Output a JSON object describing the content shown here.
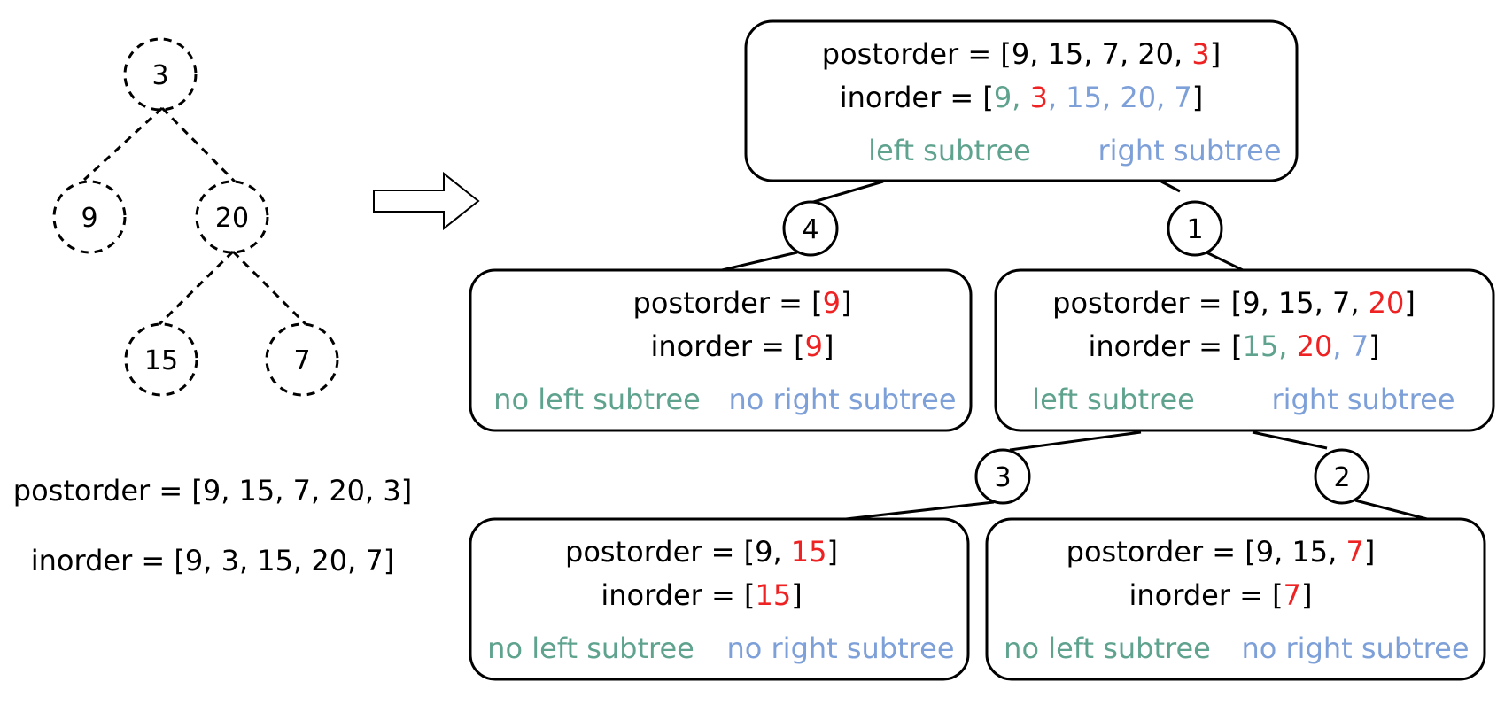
{
  "colors": {
    "root": "#ee2222",
    "left": "#5fa38f",
    "right": "#7ea0d8",
    "text": "#000000"
  },
  "tree": {
    "nodes": [
      "3",
      "9",
      "20",
      "15",
      "7"
    ]
  },
  "input": {
    "postorder": "postorder = [9, 15, 7, 20, 3]",
    "inorder": "inorder = [9, 3, 15, 20, 7]"
  },
  "boxes": {
    "root": {
      "post_prefix": "postorder = [9, 15, 7, 20, ",
      "post_root": "3",
      "post_suffix": "]",
      "in_prefix": "inorder = [",
      "in_left": "9, ",
      "in_root": "3",
      "in_right": ", 15, 20, 7",
      "in_suffix": "]",
      "left_label": "left subtree",
      "right_label": "right subtree"
    },
    "left9": {
      "post_prefix": "postorder = [",
      "post_root": "9",
      "post_suffix": "]",
      "in_prefix": "inorder = [",
      "in_root": "9",
      "in_suffix": "]",
      "left_label": "no left subtree",
      "right_label": "no right subtree"
    },
    "right20": {
      "post_prefix": "postorder = [9, 15, 7, ",
      "post_root": "20",
      "post_suffix": "]",
      "in_prefix": "inorder = [",
      "in_left": "15, ",
      "in_root": "20",
      "in_right": ", 7",
      "in_suffix": "]",
      "left_label": "left subtree",
      "right_label": "right subtree"
    },
    "left15": {
      "post_prefix": "postorder = [9, ",
      "post_root": "15",
      "post_suffix": "]",
      "in_prefix": "inorder = [",
      "in_root": "15",
      "in_suffix": "]",
      "left_label": "no left subtree",
      "right_label": "no right subtree"
    },
    "right7": {
      "post_prefix": "postorder = [9, 15, ",
      "post_root": "7",
      "post_suffix": "]",
      "in_prefix": "inorder = [",
      "in_root": "7",
      "in_suffix": "]",
      "left_label": "no left subtree",
      "right_label": "no right subtree"
    }
  },
  "steps": [
    "1",
    "2",
    "3",
    "4"
  ]
}
